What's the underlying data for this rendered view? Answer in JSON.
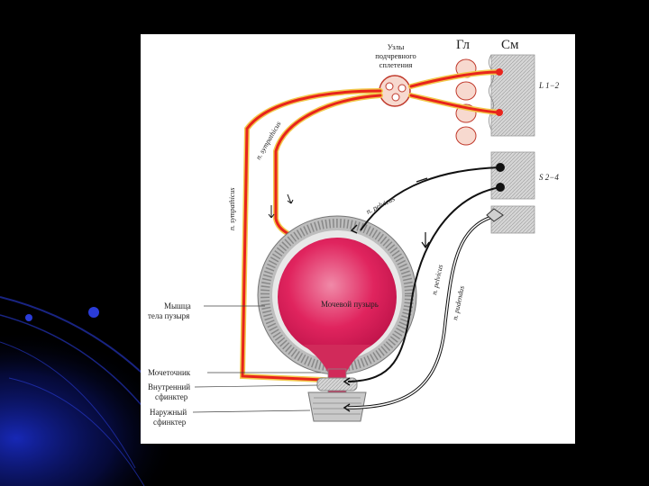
{
  "colors": {
    "slide_background": "#000000",
    "accent_blue": "#1b2fd6",
    "figure_background": "#ffffff",
    "sympathetic_nerve": "#e8241c",
    "nerve_outline": "#f2c94c",
    "bladder_cavity": "#e0245e",
    "bladder_wall": "#b9b9b9",
    "parasympathetic_nerve": "#111111"
  },
  "headers": {
    "ganglia": "Гл",
    "spinal_cord": "См"
  },
  "labels": {
    "nodes_line1": "Узлы",
    "nodes_line2": "подчревного",
    "nodes_line3": "сплетения",
    "n_sympathicus_left": "n. sympathicus",
    "n_sympathicus_top": "n. sympathicus",
    "n_pelvicus_upper": "n. pelvicus",
    "n_pelvicus_lower": "n. pelvicus",
    "n_pudendus": "n. pudendus",
    "segment_lumbar": "L 1−2",
    "segment_sacral": "S 2−4",
    "bladder_cavity": "Мочевой пузырь",
    "muscle_line1": "Мышца",
    "muscle_line2": "тела пузыря",
    "urethra": "Мочеточник",
    "internal_line1": "Внутренний",
    "internal_line2": "сфинктер",
    "external_line1": "Наружный",
    "external_line2": "сфинктер"
  }
}
